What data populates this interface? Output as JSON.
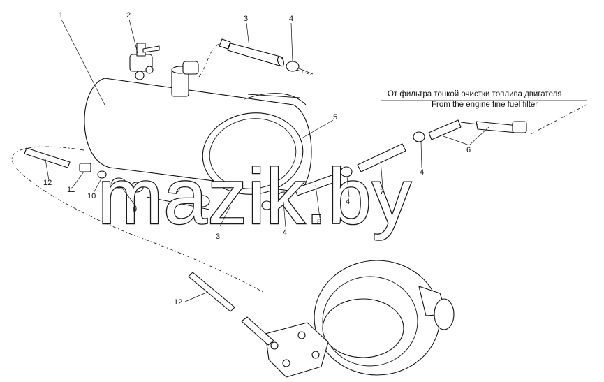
{
  "annotation": {
    "ru": "От фильтра тонкой очистки топлива двигателя",
    "en": "From the engine fine fuel filter"
  },
  "watermark": "mazik.by",
  "labels": {
    "l1": "1",
    "l2": "2",
    "l3a": "3",
    "l3b": "3",
    "l4a": "4",
    "l4b": "4",
    "l4c": "4",
    "l4d": "4",
    "l5": "5",
    "l6": "6",
    "l7": "7",
    "l8": "8",
    "l9": "9",
    "l10": "10",
    "l11": "11",
    "l12a": "12",
    "l12b": "12"
  }
}
